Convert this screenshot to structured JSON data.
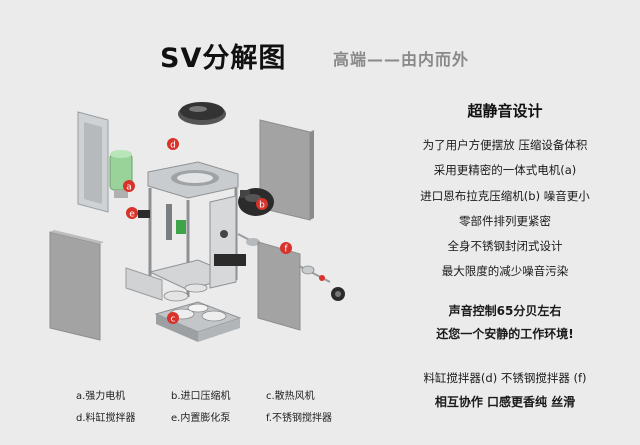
{
  "header": {
    "title": "SV分解图",
    "subtitle": "高端——由内而外"
  },
  "markers": [
    "a",
    "b",
    "c",
    "d",
    "e",
    "f"
  ],
  "legend": {
    "items": [
      "a.强力电机",
      "b.进口压缩机",
      "c.散热风机",
      "d.料缸搅拌器",
      "e.内置膨化泵",
      "f.不锈钢搅拌器"
    ]
  },
  "features": {
    "title": "超静音设计",
    "lines": [
      "为了用户方便摆放 压缩设备体积",
      "采用更精密的一体式电机(a)",
      "进口恩布拉克压缩机(b) 噪音更小",
      "零部件排列更紧密",
      "全身不锈钢封闭式设计",
      "最大限度的减少噪音污染"
    ]
  },
  "highlight": {
    "line1": "声音控制65分贝左右",
    "line2": "还您一个安静的工作环境!"
  },
  "mixer": {
    "line1": "料缸搅拌器(d) 不锈钢搅拌器 (f)",
    "line2": "相互协作 口感更香纯 丝滑"
  },
  "colors": {
    "marker": "#d8322a",
    "panel_gray": "#a3a3a3",
    "steel": "#c9ccce",
    "dark_part": "#2b2b2b",
    "green_part": "#9ad39a"
  }
}
